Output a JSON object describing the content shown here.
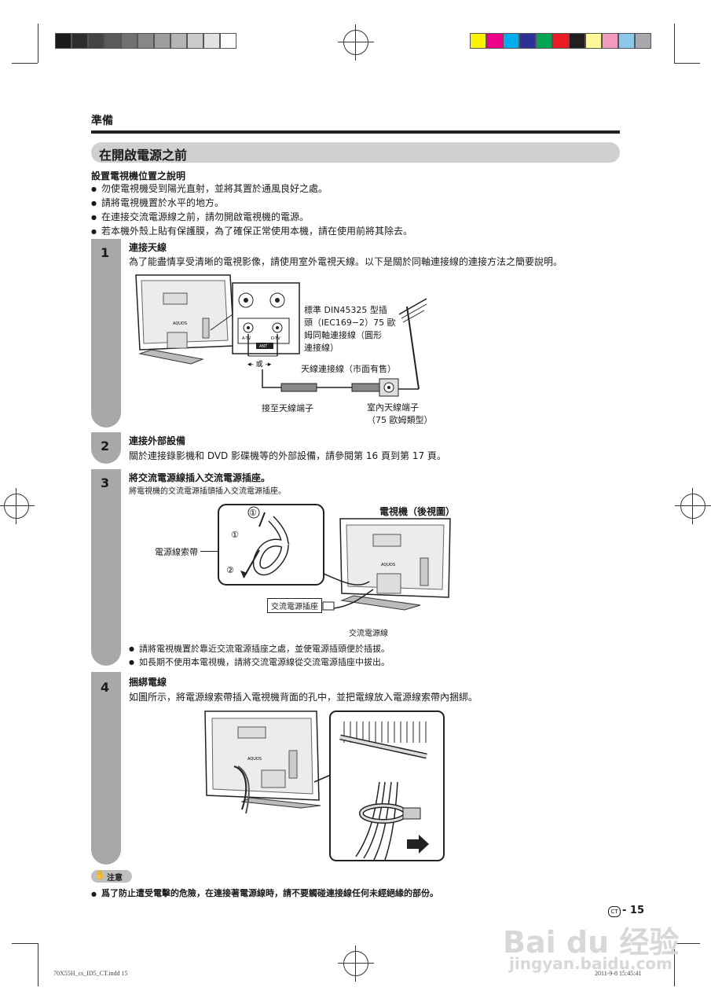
{
  "header": {
    "section": "準備"
  },
  "title": "在開啟電源之前",
  "placement": {
    "heading": "設置電視機位置之說明",
    "bullets": [
      "勿使電視機受到陽光直射，並將其置於通風良好之處。",
      "請將電視機置於水平的地方。",
      "在連接交流電源線之前，請勿開啟電視機的電源。",
      "若本機外殼上貼有保護膜，為了確保正常使用本機，請在使用前將其除去。"
    ]
  },
  "steps": [
    {
      "number": "1",
      "title": "連接天線",
      "text": "為了能盡情享受清晰的電視影像，請使用室外電視天線。以下是關於同軸連接線的連接方法之簡要說明。",
      "labels": {
        "cable_spec_1": "標準 DIN45325 型插",
        "cable_spec_2": "頭（IEC169−2）75 歐",
        "cable_spec_3": "姆同軸連接線（圓形",
        "cable_spec_4": "連接線）",
        "or": "◂- 或 -▸",
        "antenna_cable": "天線連接線（市面有售）",
        "to_terminal": "接至天線端子",
        "indoor_1": "室內天線端子",
        "indoor_2": "（75 歐姆類型）",
        "port_a": "A-TV",
        "port_d": "D-TV",
        "ant": "ANT"
      }
    },
    {
      "number": "2",
      "title": "連接外部設備",
      "text": "關於連接錄影機和 DVD 影碟機等的外部設備，請參閱第 16 頁到第 17 頁。"
    },
    {
      "number": "3",
      "title": "將交流電源線插入交流電源插座。",
      "text": "將電視機的交流電源插頭插入交流電源插座。",
      "labels": {
        "tv_rear": "電視機（後視圖）",
        "cable_tie": "電源線索帶",
        "outlet": "交流電源插座",
        "ac_cord": "交流電源線",
        "circle1": "①",
        "circle2": "②"
      },
      "notes": [
        "請將電視機置於靠近交流電源插座之處，並使電源插頭便於插拔。",
        "如長期不使用本電視機，請將交流電源線從交流電源插座中拔出。"
      ]
    },
    {
      "number": "4",
      "title": "捆綁電線",
      "text": "如圖所示，將電源線索帶插入電視機背面的孔中，並把電線放入電源線索帶內捆綁。"
    }
  ],
  "caution": {
    "label": "注意",
    "text": "爲了防止遭受電擊的危險，在連接著電源線時，請不要觸碰連接線任何未經絕緣的部份。"
  },
  "footer": {
    "lang": "CT",
    "page": "- 15",
    "file": "70X55H_cs_ID5_CT.indd 15",
    "date": "2011-9-8  15:45:41"
  },
  "tv_brand": "AQUOS",
  "watermark": {
    "brand": "Bai du 经验",
    "url": "jingyan.baidu.com"
  },
  "colors": {
    "gray_swatches": [
      "#1a1a1a",
      "#2e2e2e",
      "#444444",
      "#5a5a5a",
      "#707070",
      "#878787",
      "#9d9d9d",
      "#b4b4b4",
      "#cbcbcb",
      "#e2e2e2",
      "#ffffff"
    ],
    "color_swatches": [
      "#fff200",
      "#ec008c",
      "#00aeef",
      "#2e3192",
      "#00a651",
      "#ed1c24",
      "#231f20",
      "#fff799",
      "#f49ac1",
      "#8dc8e8",
      "#a7a9ac"
    ]
  }
}
